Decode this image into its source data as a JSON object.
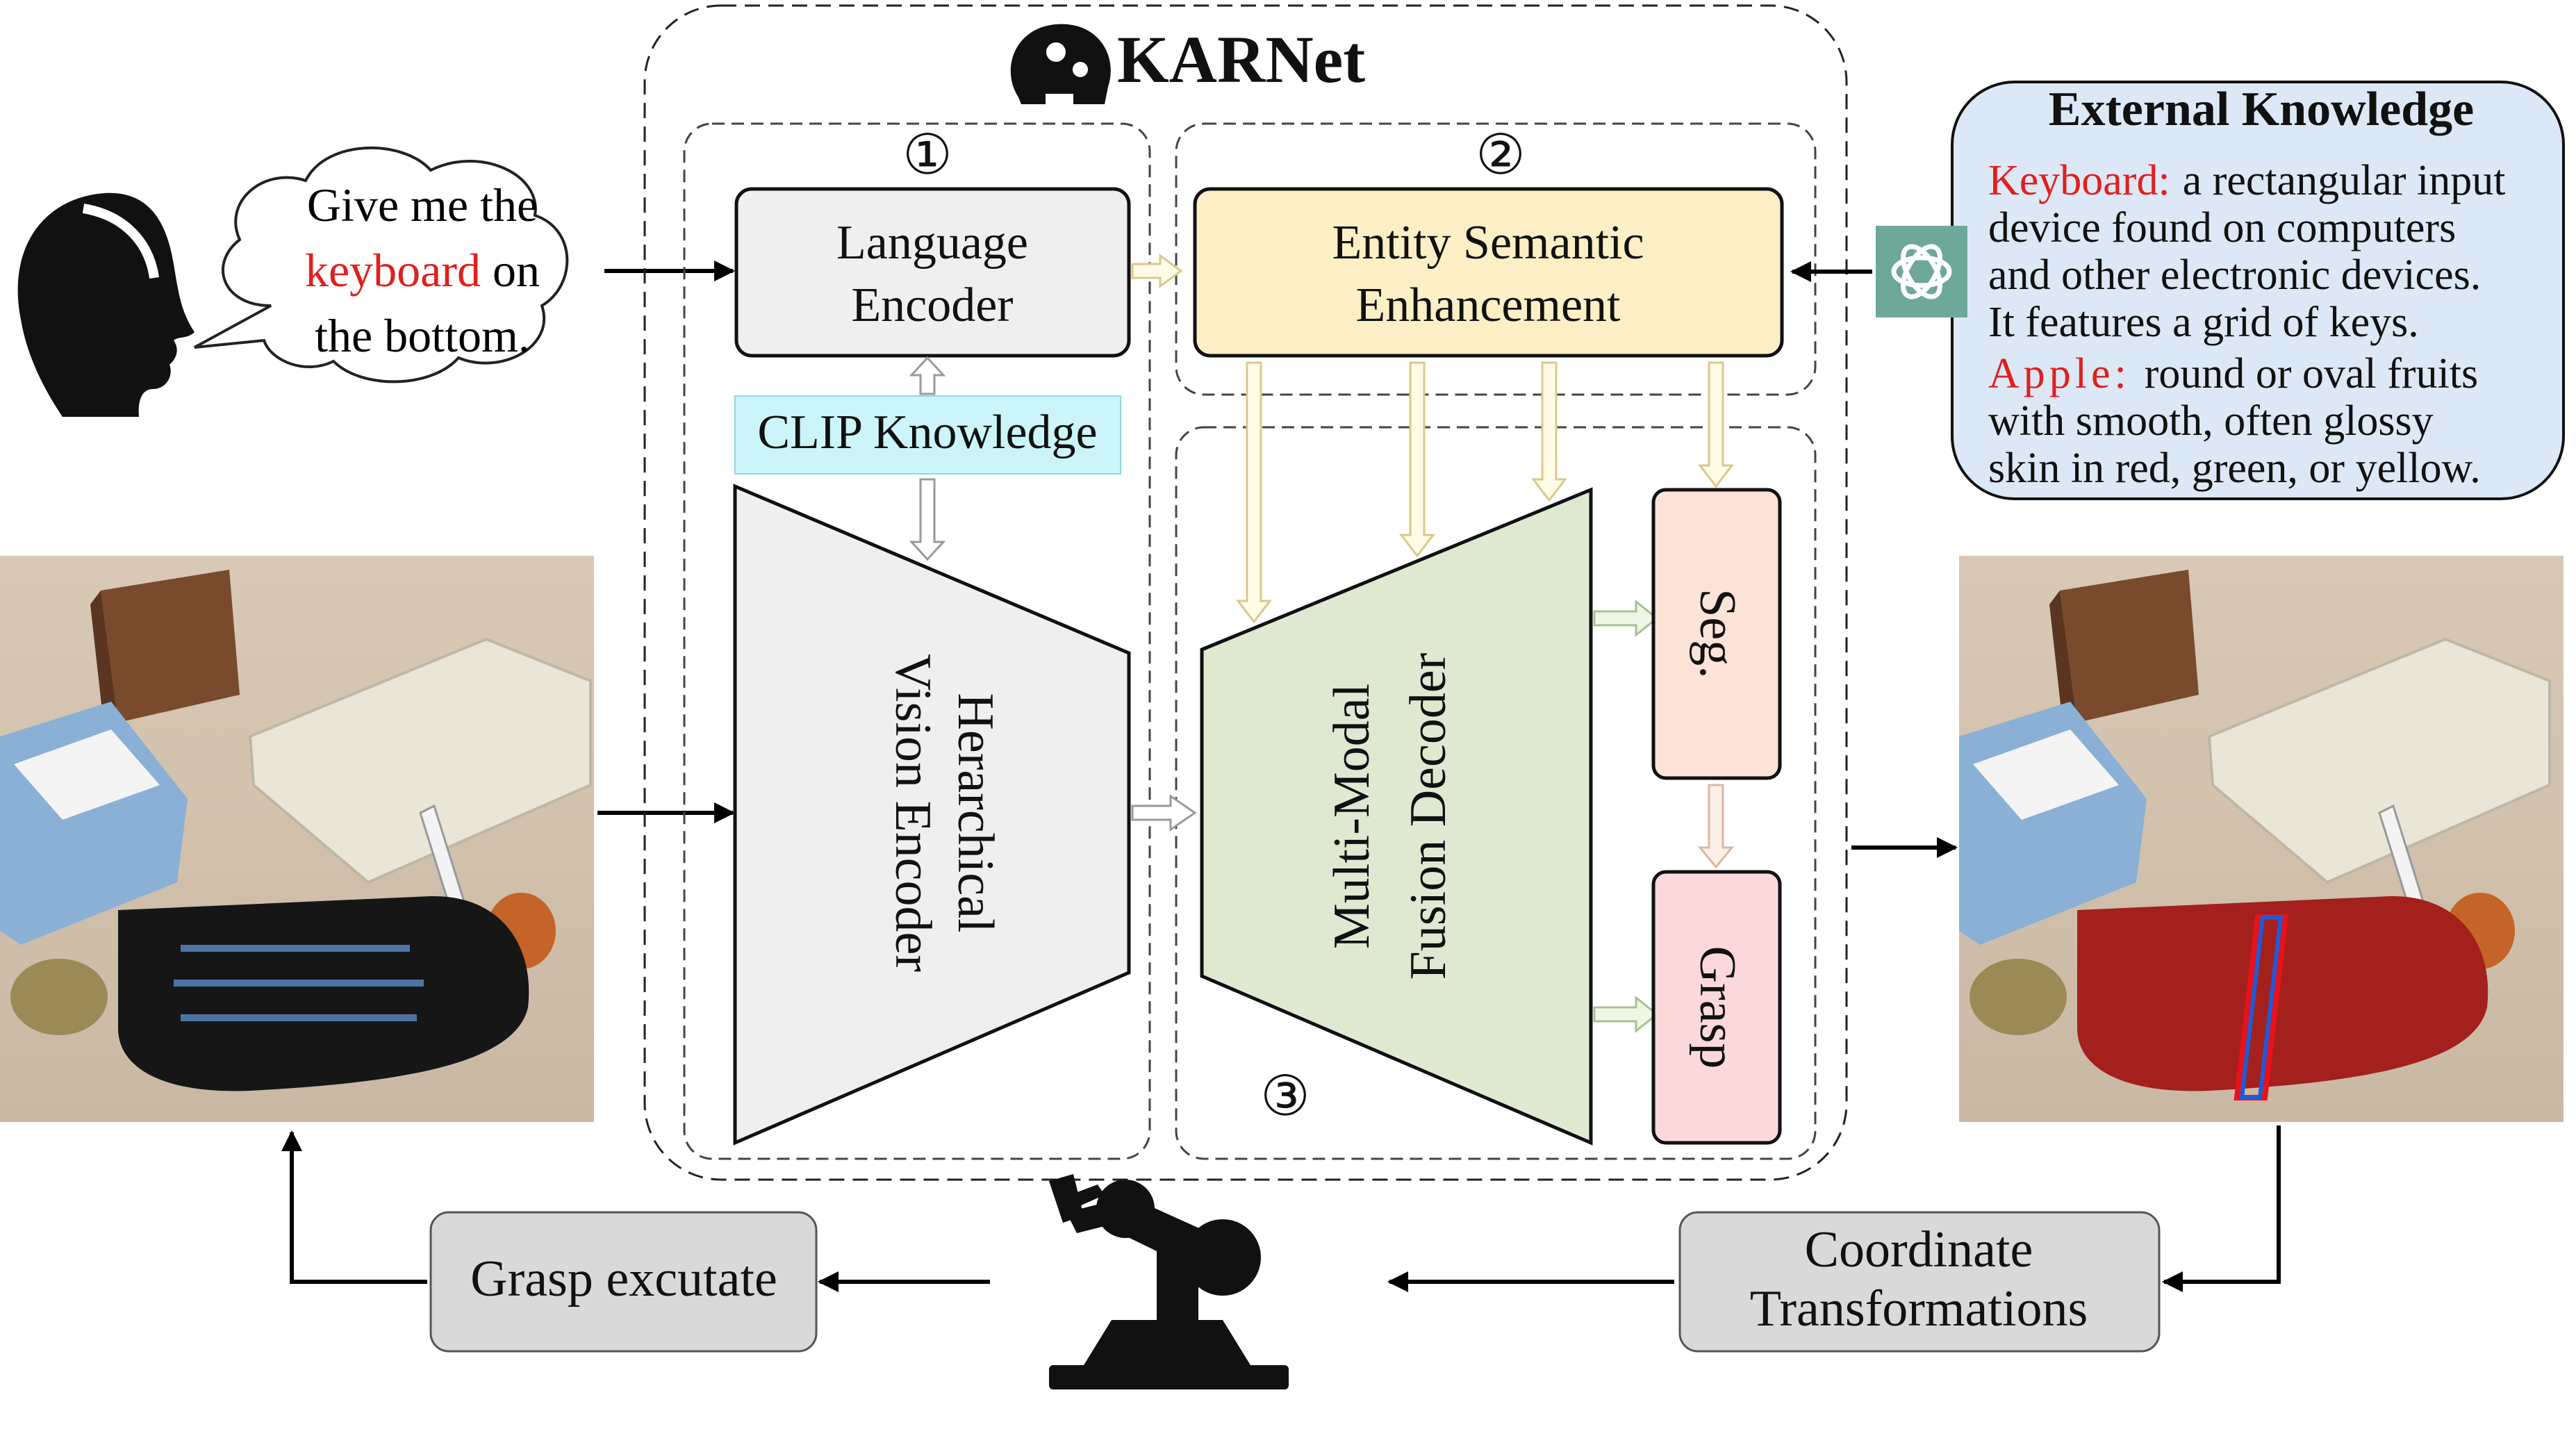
{
  "title": "KARNet",
  "speech": {
    "line1": "Give me the",
    "keyword": "keyboard",
    "line2_rest": " on",
    "line3": "the bottom."
  },
  "circle_labels": [
    "①",
    "②",
    "③"
  ],
  "modules": {
    "language_encoder": [
      "Language",
      "Encoder"
    ],
    "clip_knowledge": "CLIP Knowledge",
    "vision_encoder": [
      "Herarchical",
      "Vision Encoder"
    ],
    "entity_enhancement": [
      "Entity Semantic",
      "Enhancement"
    ],
    "fusion_decoder": [
      "Multi-Modal",
      "Fusion Decoder"
    ],
    "seg": "Seg.",
    "grasp": "Grasp"
  },
  "external_knowledge": {
    "title": "External Knowledge",
    "keyboard_term": "Keyboard:",
    "keyboard_def_1": "a rectangular input",
    "keyboard_def_2": "device  found  on  computers",
    "keyboard_def_3": "and other electronic devices.",
    "keyboard_def_4": "It features a grid of keys.",
    "apple_term": "Apple:",
    "apple_def_1": "round or oval fruits",
    "apple_def_2": "with   smooth,  often  glossy",
    "apple_def_3": "skin in red, green, or yellow."
  },
  "bottom": {
    "grasp_execute": "Grasp excutate",
    "coordinate": [
      "Coordinate",
      "Transformations"
    ]
  },
  "colors": {
    "highlight_red": "#e0201e",
    "language_fill": "#efefef",
    "clip_fill": "#ccf5fa",
    "entity_fill": "#fcefc6",
    "fusion_fill": "#dfe9d2",
    "seg_fill": "#fbe3d7",
    "grasp_fill": "#fbd9da",
    "knowledge_fill": "#dce8f5",
    "gray_box_fill": "#d9d9d9",
    "openai_green": "#6ea89a"
  },
  "icons": [
    "head-gears-icon",
    "woman-profile-icon",
    "openai-logo-icon",
    "robot-arm-icon"
  ]
}
